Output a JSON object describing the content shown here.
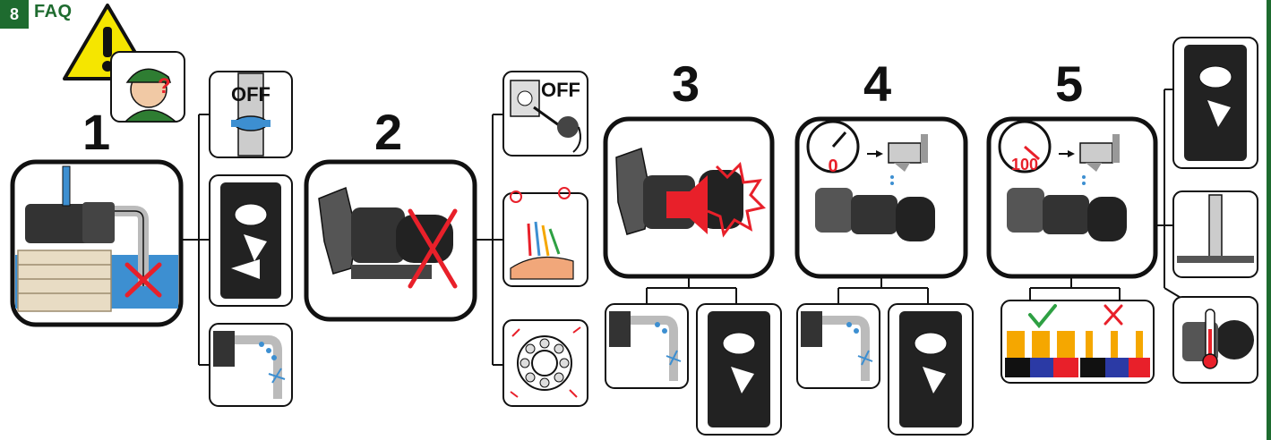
{
  "header": {
    "section_number": "8",
    "title": "FAQ"
  },
  "steps": [
    {
      "number": "1"
    },
    {
      "number": "2"
    },
    {
      "number": "3"
    },
    {
      "number": "4"
    },
    {
      "number": "5"
    }
  ],
  "labels": {
    "valve_off": "OFF",
    "plug_off": "OFF",
    "gauge_zero": "0",
    "gauge_hundred": "100"
  },
  "colors": {
    "brand_green": "#1e6b2f",
    "warning_yellow": "#f5e600",
    "cross_red": "#e8202a",
    "check_green": "#2ea043",
    "water_blue": "#3d8fd1"
  }
}
